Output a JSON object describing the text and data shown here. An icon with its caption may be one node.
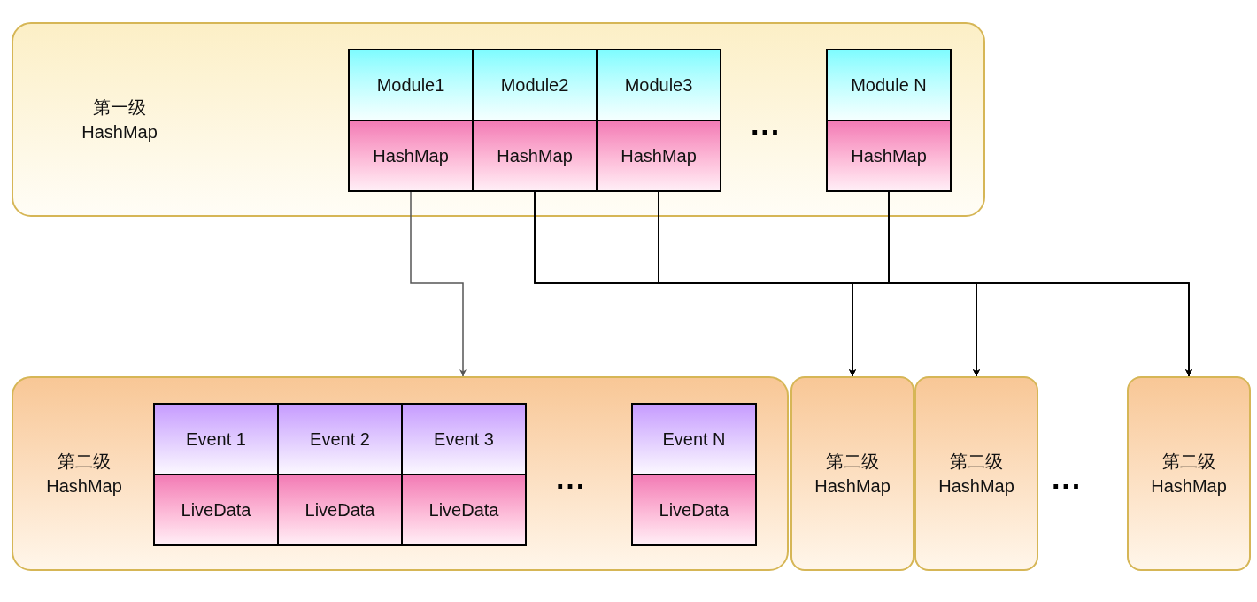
{
  "diagram": {
    "nodes": [
      {
        "text": [
          "第一级 HashMap"
        ]
      },
      {
        "text": [
          "Module1"
        ],
        "in": 0
      },
      {
        "text": [
          "Module2"
        ],
        "in": 0
      },
      {
        "text": [
          "Module3"
        ],
        "in": 0
      },
      {
        "text": [
          "Module N"
        ],
        "in": 0
      },
      {
        "text": [
          "HashMap"
        ],
        "in": 0
      },
      {
        "text": [
          "HashMap"
        ],
        "in": 0
      },
      {
        "text": [
          "HashMap"
        ],
        "in": 0
      },
      {
        "text": [
          "HashMap"
        ],
        "in": 0
      },
      {
        "text": [
          "第二级 HashMap"
        ]
      },
      {
        "text": [
          "Event 1"
        ],
        "in": 9
      },
      {
        "text": [
          "Event 2"
        ],
        "in": 9
      },
      {
        "text": [
          "Event 3"
        ],
        "in": 9
      },
      {
        "text": [
          "Event N"
        ],
        "in": 9
      },
      {
        "text": [
          "LiveData"
        ],
        "in": 9
      },
      {
        "text": [
          "LiveData"
        ],
        "in": 9
      },
      {
        "text": [
          "LiveData"
        ],
        "in": 9
      },
      {
        "text": [
          "LiveData"
        ],
        "in": 9
      },
      {
        "text": [
          "第二级 HashMap"
        ]
      },
      {
        "text": [
          "第二级 HashMap"
        ]
      },
      {
        "text": [
          "第二级 HashMap"
        ]
      }
    ],
    "edges": [
      {
        "from": 5,
        "to": 9,
        "arrow": "to",
        "color": "#555555"
      },
      {
        "from": 6,
        "to": 18,
        "arrow": "to"
      },
      {
        "from": 6,
        "to": 19,
        "arrow": "to"
      },
      {
        "from": 6,
        "to": 20,
        "arrow": "to"
      },
      {
        "from": 7,
        "to": 18,
        "arrow": "to"
      },
      {
        "from": 7,
        "to": 19,
        "arrow": "to"
      },
      {
        "from": 7,
        "to": 20,
        "arrow": "to"
      },
      {
        "from": 8,
        "to": 18,
        "arrow": "to"
      },
      {
        "from": 8,
        "to": 19,
        "arrow": "to"
      },
      {
        "from": 8,
        "to": 20,
        "arrow": "to"
      }
    ],
    "labels": [
      "···",
      "···",
      "···"
    ]
  }
}
